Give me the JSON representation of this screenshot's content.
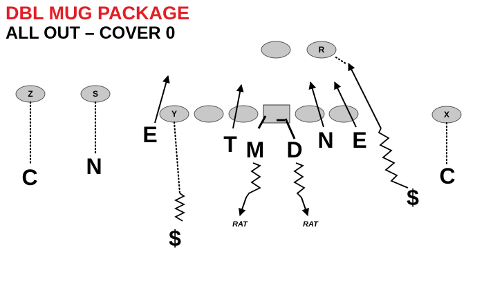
{
  "title": {
    "line1": "DBL MUG PACKAGE",
    "line2": "ALL OUT – COVER 0"
  },
  "colors": {
    "title_line1": "#e21f26",
    "title_line2": "#000000",
    "player_fill": "#c8c8c8"
  },
  "offense": {
    "z": "Z",
    "s": "S",
    "y": "Y",
    "x": "X",
    "r": "R",
    "qb": "",
    "line": [
      "",
      "",
      "",
      "",
      ""
    ]
  },
  "defense": {
    "c_left": "C",
    "n_left": "N",
    "e_left": "E",
    "t": "T",
    "m": "M",
    "d": "D",
    "n_right": "N",
    "e_right": "E",
    "c_right": "C",
    "blitz_left": "$",
    "blitz_right": "$"
  },
  "assignments": {
    "rat_left": "RAT",
    "rat_right": "RAT"
  }
}
